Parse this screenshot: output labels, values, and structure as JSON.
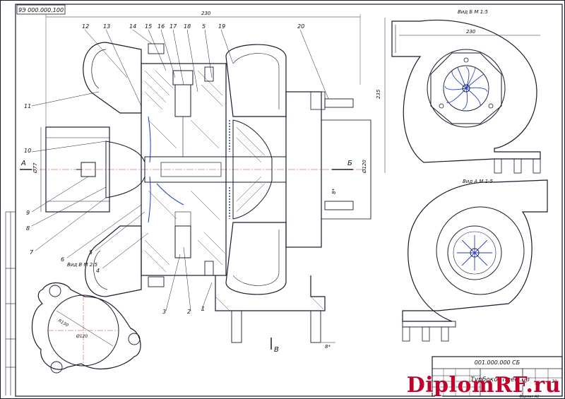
{
  "sheet": {
    "stamp_top": "9Э 000.000.100",
    "title_block_code": "001.000.000 СБ",
    "title_block_name": "Турбокомпрессор",
    "sheet_no": "21",
    "format": "Формат А1"
  },
  "views": {
    "top_right_label": "Вид Б М 1:5",
    "mid_right_label": "Вид А М 1:5",
    "bottom_left_label": "Вид В М 2:5"
  },
  "dimensions": {
    "overall_width": "230",
    "right_view_width": "230",
    "right_view_height": "235",
    "left_dia": "Ø77",
    "right_dia": "Ø120",
    "flange_dia": "Ø120",
    "flange_r": "R130",
    "thread_small": "8*",
    "bottom_dim": "8*"
  },
  "section_marks": {
    "a": "А",
    "b": "Б",
    "v": "В"
  },
  "callouts": [
    "1",
    "2",
    "3",
    "4",
    "5",
    "6",
    "7",
    "8",
    "9",
    "10",
    "11",
    "12",
    "13",
    "14",
    "15",
    "16",
    "17",
    "18",
    "5",
    "19",
    "20"
  ],
  "colors": {
    "accent": "#1e3cc8",
    "watermark": "#c4002a"
  },
  "watermark": "DiplomRF.ru"
}
